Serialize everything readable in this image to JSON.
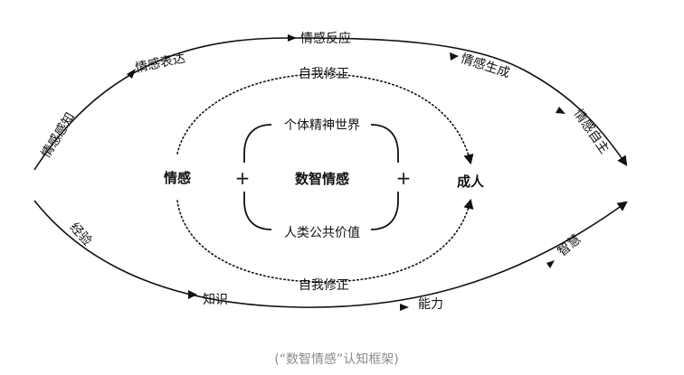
{
  "diagram": {
    "outer_top": [
      "情感感知",
      "情感表达",
      "情感反应",
      "情感生成",
      "情感自主"
    ],
    "outer_bottom": [
      "经验",
      "知识",
      "能力",
      "智慧"
    ],
    "inner": {
      "top": "自我修正",
      "bottom": "自我修正",
      "left": "情感",
      "right": "成人",
      "plus_left": "+",
      "plus_right": "+"
    },
    "core": {
      "top": "个体精神世界",
      "center": "数智情感",
      "bottom": "人类公共价值"
    },
    "caption": "(“数智情感”认知框架)"
  }
}
